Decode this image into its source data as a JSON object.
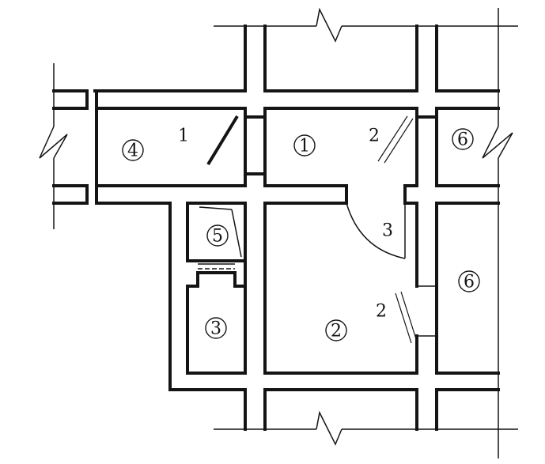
{
  "rooms": [
    {
      "id": "room-1",
      "numeral": "1"
    },
    {
      "id": "room-2",
      "numeral": "2"
    },
    {
      "id": "room-3",
      "numeral": "3"
    },
    {
      "id": "room-4",
      "numeral": "4"
    },
    {
      "id": "room-5",
      "numeral": "5"
    },
    {
      "id": "room-6a",
      "numeral": "6"
    },
    {
      "id": "room-6b",
      "numeral": "6"
    }
  ],
  "labels": {
    "door_1": "1",
    "door_2_upper": "2",
    "door_3": "3",
    "door_2_lower": "2"
  },
  "colors": {
    "ink": "#141414",
    "paper": "#ffffff"
  }
}
